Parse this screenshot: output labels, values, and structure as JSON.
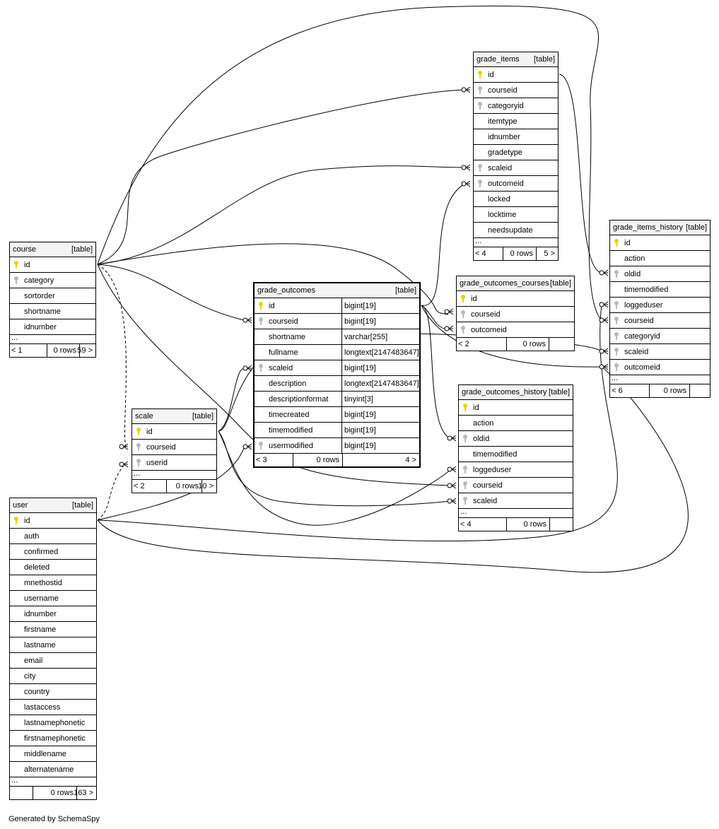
{
  "footer_text": "Generated by SchemaSpy",
  "colors": {
    "primary_key": "#e8d400",
    "foreign_key": "#b9b9b9",
    "header_bg": "#f4f4f4",
    "line": "#000000"
  },
  "tables": {
    "course": {
      "name": "course",
      "type": "[table]",
      "columns": [
        {
          "name": "id",
          "key": "pk"
        },
        {
          "name": "category",
          "key": "fk"
        },
        {
          "name": "sortorder",
          "key": ""
        },
        {
          "name": "shortname",
          "key": ""
        },
        {
          "name": "idnumber",
          "key": ""
        }
      ],
      "ellipsis": "...",
      "parents": "< 1",
      "rows": "0 rows",
      "children": "59 >"
    },
    "scale": {
      "name": "scale",
      "type": "[table]",
      "columns": [
        {
          "name": "id",
          "key": "pk"
        },
        {
          "name": "courseid",
          "key": "fk"
        },
        {
          "name": "userid",
          "key": "fk"
        }
      ],
      "ellipsis": "...",
      "parents": "< 2",
      "rows": "0 rows",
      "children": "10 >"
    },
    "user": {
      "name": "user",
      "type": "[table]",
      "columns": [
        {
          "name": "id",
          "key": "pk"
        },
        {
          "name": "auth",
          "key": ""
        },
        {
          "name": "confirmed",
          "key": ""
        },
        {
          "name": "deleted",
          "key": ""
        },
        {
          "name": "mnethostid",
          "key": ""
        },
        {
          "name": "username",
          "key": ""
        },
        {
          "name": "idnumber",
          "key": ""
        },
        {
          "name": "firstname",
          "key": ""
        },
        {
          "name": "lastname",
          "key": ""
        },
        {
          "name": "email",
          "key": ""
        },
        {
          "name": "city",
          "key": ""
        },
        {
          "name": "country",
          "key": ""
        },
        {
          "name": "lastaccess",
          "key": ""
        },
        {
          "name": "lastnamephonetic",
          "key": ""
        },
        {
          "name": "firstnamephonetic",
          "key": ""
        },
        {
          "name": "middlename",
          "key": ""
        },
        {
          "name": "alternatename",
          "key": ""
        }
      ],
      "ellipsis": "...",
      "parents": "",
      "rows": "0 rows",
      "children": "163 >"
    },
    "grade_outcomes": {
      "name": "grade_outcomes",
      "type": "[table]",
      "columns": [
        {
          "name": "id",
          "key": "pk",
          "type": "bigint[19]"
        },
        {
          "name": "courseid",
          "key": "fk",
          "type": "bigint[19]"
        },
        {
          "name": "shortname",
          "key": "",
          "type": "varchar[255]"
        },
        {
          "name": "fullname",
          "key": "",
          "type": "longtext[2147483647]"
        },
        {
          "name": "scaleid",
          "key": "fk",
          "type": "bigint[19]"
        },
        {
          "name": "description",
          "key": "",
          "type": "longtext[2147483647]"
        },
        {
          "name": "descriptionformat",
          "key": "",
          "type": "tinyint[3]"
        },
        {
          "name": "timecreated",
          "key": "",
          "type": "bigint[19]"
        },
        {
          "name": "timemodified",
          "key": "",
          "type": "bigint[19]"
        },
        {
          "name": "usermodified",
          "key": "fk",
          "type": "bigint[19]"
        }
      ],
      "ellipsis": "",
      "parents": "< 3",
      "rows": "0 rows",
      "children": "4 >"
    },
    "grade_items": {
      "name": "grade_items",
      "type": "[table]",
      "columns": [
        {
          "name": "id",
          "key": "pk"
        },
        {
          "name": "courseid",
          "key": "fk"
        },
        {
          "name": "categoryid",
          "key": "fk"
        },
        {
          "name": "itemtype",
          "key": ""
        },
        {
          "name": "idnumber",
          "key": ""
        },
        {
          "name": "gradetype",
          "key": ""
        },
        {
          "name": "scaleid",
          "key": "fk"
        },
        {
          "name": "outcomeid",
          "key": "fk"
        },
        {
          "name": "locked",
          "key": ""
        },
        {
          "name": "locktime",
          "key": ""
        },
        {
          "name": "needsupdate",
          "key": ""
        }
      ],
      "ellipsis": "...",
      "parents": "< 4",
      "rows": "0 rows",
      "children": "5 >"
    },
    "grade_outcomes_courses": {
      "name": "grade_outcomes_courses",
      "type": "[table]",
      "columns": [
        {
          "name": "id",
          "key": "pk"
        },
        {
          "name": "courseid",
          "key": "fk"
        },
        {
          "name": "outcomeid",
          "key": "fk"
        }
      ],
      "ellipsis": "",
      "parents": "< 2",
      "rows": "0 rows",
      "children": ""
    },
    "grade_outcomes_history": {
      "name": "grade_outcomes_history",
      "type": "[table]",
      "columns": [
        {
          "name": "id",
          "key": "pk"
        },
        {
          "name": "action",
          "key": ""
        },
        {
          "name": "oldid",
          "key": "fk"
        },
        {
          "name": "timemodified",
          "key": ""
        },
        {
          "name": "loggeduser",
          "key": "fk"
        },
        {
          "name": "courseid",
          "key": "fk"
        },
        {
          "name": "scaleid",
          "key": "fk"
        }
      ],
      "ellipsis": "...",
      "parents": "< 4",
      "rows": "0 rows",
      "children": ""
    },
    "grade_items_history": {
      "name": "grade_items_history",
      "type": "[table]",
      "columns": [
        {
          "name": "id",
          "key": "pk"
        },
        {
          "name": "action",
          "key": ""
        },
        {
          "name": "oldid",
          "key": "fk"
        },
        {
          "name": "timemodified",
          "key": ""
        },
        {
          "name": "loggeduser",
          "key": "fk"
        },
        {
          "name": "courseid",
          "key": "fk"
        },
        {
          "name": "categoryid",
          "key": "fk"
        },
        {
          "name": "scaleid",
          "key": "fk"
        },
        {
          "name": "outcomeid",
          "key": "fk"
        }
      ],
      "ellipsis": "...",
      "parents": "< 6",
      "rows": "0 rows",
      "children": ""
    }
  }
}
